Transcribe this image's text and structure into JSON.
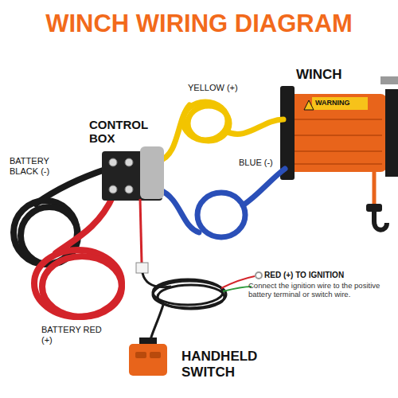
{
  "diagram": {
    "title": "WINCH WIRING DIAGRAM",
    "labels": [
      "WINCH",
      "YELLOW (+)",
      "CONTROL BOX",
      "BATTERY BLACK (-)",
      "BLUE (-)",
      "WARNING",
      "RED (+) TO IGNITION",
      "Connect the ignition wire to the positive battery terminal or switch wire.",
      "BATTERY RED (+)",
      "HANDHELD SWITCH"
    ]
  }
}
